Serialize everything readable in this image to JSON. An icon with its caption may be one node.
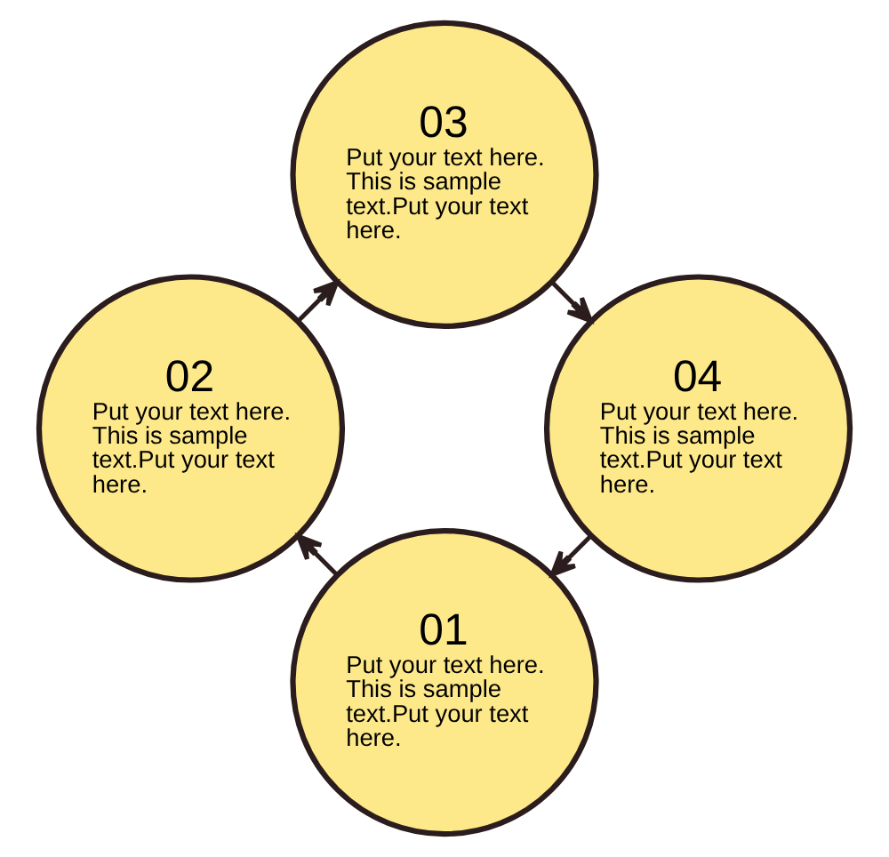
{
  "diagram": {
    "nodes": [
      {
        "text": [
          "01",
          "Put your text here. This is sample text.Put your text here."
        ]
      },
      {
        "text": [
          "02",
          "Put your text here. This is sample text.Put your text here."
        ]
      },
      {
        "text": [
          "03",
          "Put your text here. This is sample text.Put your text here."
        ]
      },
      {
        "text": [
          "04",
          "Put your text here. This is sample text.Put your text here."
        ]
      }
    ],
    "edges": [
      {
        "from": 0,
        "to": 1,
        "arrow": "to"
      },
      {
        "from": 1,
        "to": 2,
        "arrow": "to"
      },
      {
        "from": 2,
        "to": 3,
        "arrow": "to"
      },
      {
        "from": 3,
        "to": 0,
        "arrow": "to"
      }
    ]
  }
}
